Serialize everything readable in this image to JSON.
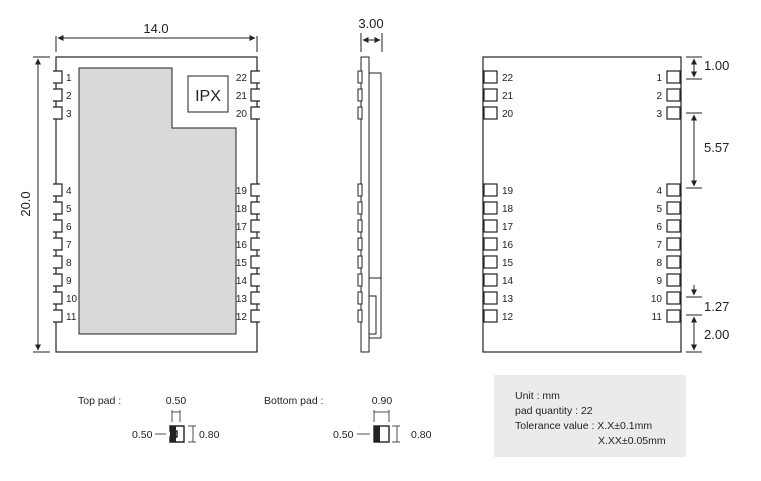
{
  "top_view": {
    "width_dim": "14.0",
    "height_dim": "20.0",
    "antenna_label": "IPX",
    "left_pins": [
      "1",
      "2",
      "3",
      "4",
      "5",
      "6",
      "7",
      "8",
      "9",
      "10",
      "11"
    ],
    "right_pins": [
      "22",
      "21",
      "20",
      "19",
      "18",
      "17",
      "16",
      "15",
      "14",
      "13",
      "12"
    ]
  },
  "side_view": {
    "thickness_dim": "3.00"
  },
  "bottom_view": {
    "left_pins": [
      "22",
      "21",
      "20",
      "19",
      "18",
      "17",
      "16",
      "15",
      "14",
      "13",
      "12"
    ],
    "right_pins": [
      "1",
      "2",
      "3",
      "4",
      "5",
      "6",
      "7",
      "8",
      "9",
      "10",
      "11"
    ],
    "dims": {
      "pad_width": "1.00",
      "gap": "5.57",
      "pitch": "1.27",
      "edge": "2.00"
    }
  },
  "top_pad": {
    "label": "Top pad :",
    "top": "0.50",
    "left": "0.50",
    "right": "0.80"
  },
  "bottom_pad": {
    "label": "Bottom pad :",
    "top": "0.90",
    "left": "0.50",
    "right": "0.80"
  },
  "info": {
    "unit": "Unit : mm",
    "pad_quantity": "pad quantity : 22",
    "tolerance1": "Tolerance value : X.X±0.1mm",
    "tolerance2": "X.XX±0.05mm"
  }
}
